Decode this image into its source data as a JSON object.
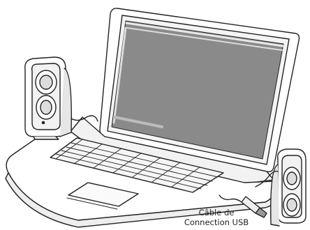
{
  "figure": {
    "callout": {
      "line1": "Câble de",
      "line2": "Connection USB"
    },
    "elements": [
      "laptop",
      "left-speaker",
      "right-speaker",
      "usb-cable"
    ],
    "colors": {
      "outline": "#222222",
      "screen": "#8a8a8a",
      "fill": "#ffffff"
    }
  }
}
